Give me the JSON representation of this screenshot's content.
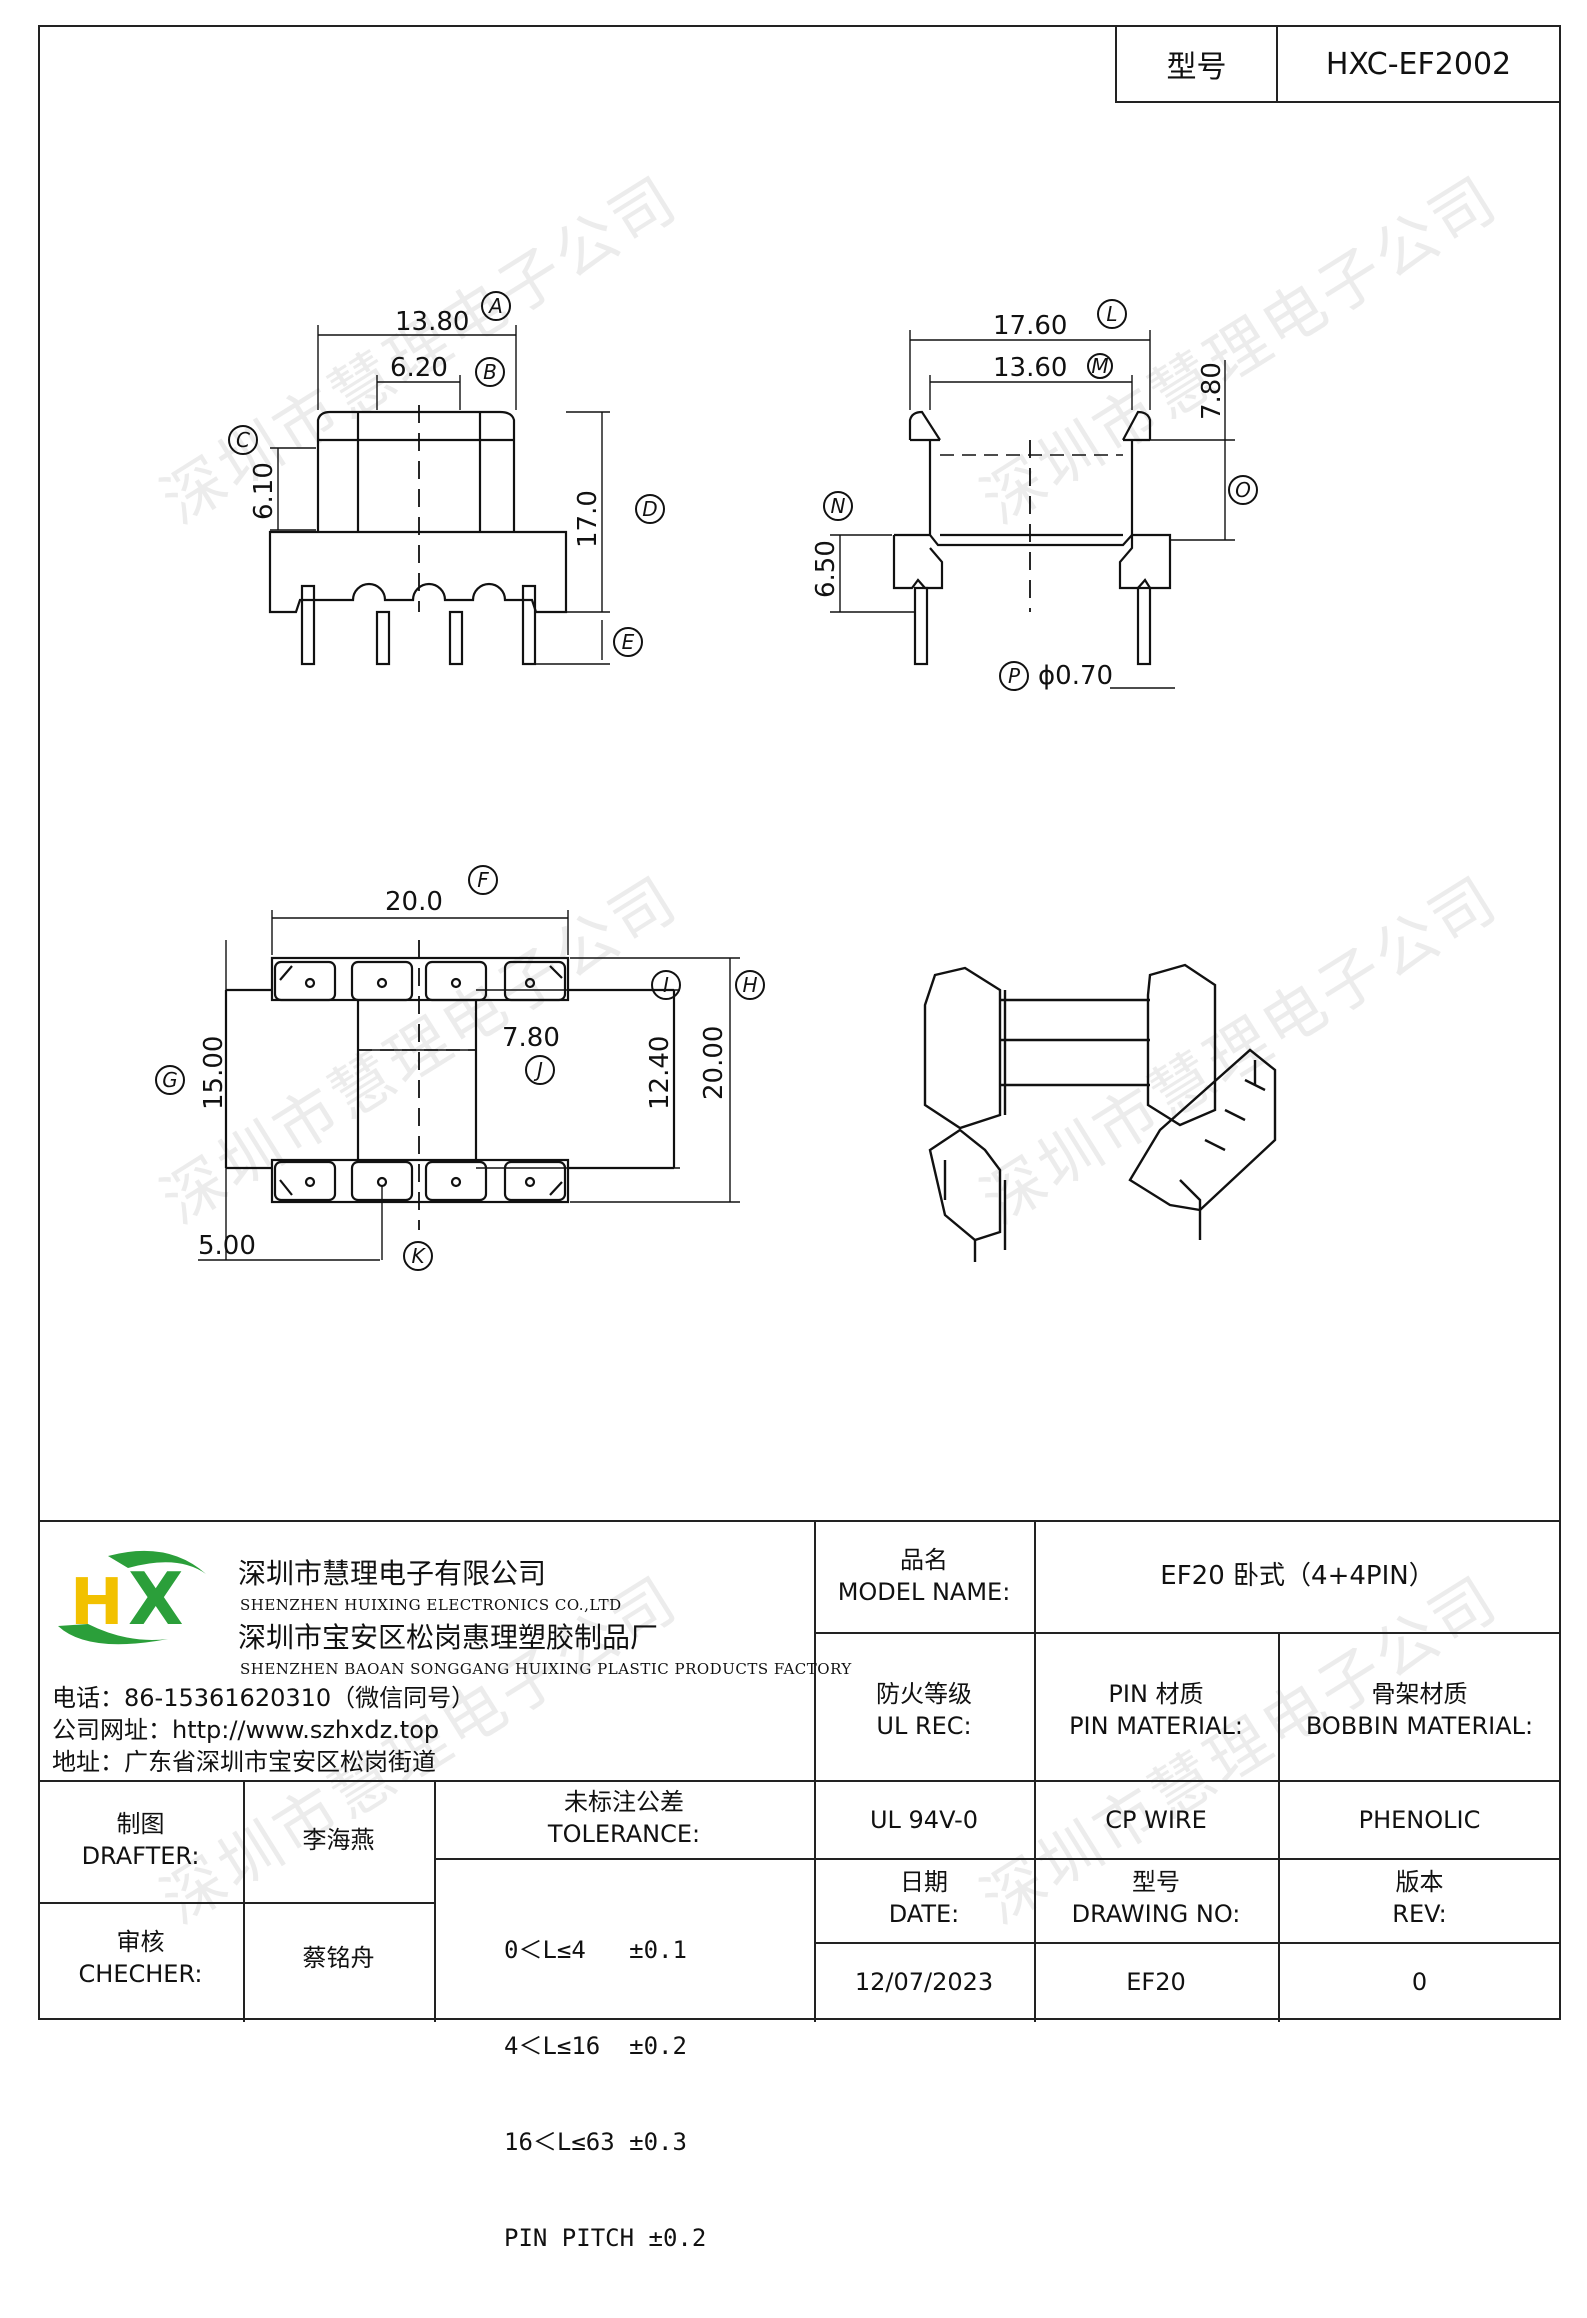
{
  "header": {
    "model_key": "型号",
    "model_value": "HXC-EF2002"
  },
  "watermark": "深圳市慧理电子公司",
  "dims": {
    "a": "13.80",
    "b": "6.20",
    "c": "6.10",
    "d": "17.0",
    "l": "17.60",
    "m": "13.60",
    "o": "7.80",
    "n": "6.50",
    "p": "ϕ0.70",
    "f": "20.0",
    "j": "7.80",
    "g": "15.00",
    "i": "12.40",
    "h": "20.00",
    "k": "5.00"
  },
  "callouts": [
    "A",
    "B",
    "C",
    "D",
    "E",
    "L",
    "M",
    "O",
    "N",
    "P",
    "F",
    "I",
    "J",
    "H",
    "G",
    "K"
  ],
  "logo": {
    "letters": "HX",
    "colors": [
      "#7cc242",
      "#2b9f3a",
      "#f2c100"
    ]
  },
  "company": {
    "name_cn": "深圳市慧理电子有限公司",
    "name_en": "SHENZHEN HUIXING ELECTRONICS CO.,LTD",
    "factory_cn": "深圳市宝安区松岗惠理塑胶制品厂",
    "factory_en": "SHENZHEN BAOAN SONGGANG HUIXING PLASTIC PRODUCTS FACTORY",
    "phone": "电话：86-15361620310（微信同号）",
    "website": "公司网址：http://www.szhxdz.top",
    "address": "地址：广东省深圳市宝安区松岗街道"
  },
  "titleblock": {
    "product_name_label_cn": "品名",
    "product_name_label_en": "MODEL NAME:",
    "product_name_value": "EF20 卧式（4+4PIN）",
    "fire_label_cn": "防火等级",
    "fire_label_en": "UL REC:",
    "pin_label_cn": "PIN 材质",
    "pin_label_en": "PIN MATERIAL:",
    "bobbin_label_cn": "骨架材质",
    "bobbin_label_en": "BOBBIN MATERIAL:",
    "fire_value": "UL 94V-0",
    "pin_value": "CP WIRE",
    "bobbin_value": "PHENOLIC",
    "drafter_cn": "制图",
    "drafter_en": "DRAFTER:",
    "drafter_value": "李海燕",
    "checker_cn": "审核",
    "checker_en": "CHECHER:",
    "checker_value": "蔡铭舟",
    "tolerance_cn": "未标注公差",
    "tolerance_en": "TOLERANCE:",
    "tolerances": [
      "0＜L≤4   ±0.1",
      "4＜L≤16  ±0.2",
      "16＜L≤63 ±0.3",
      "PIN PITCH ±0.2"
    ],
    "date_cn": "日期",
    "date_en": "DATE:",
    "drawing_cn": "型号",
    "drawing_en": "DRAWING NO:",
    "rev_cn": "版本",
    "rev_en": "REV:",
    "date_value": "12/07/2023",
    "drawing_value": "EF20",
    "rev_value": "0"
  }
}
